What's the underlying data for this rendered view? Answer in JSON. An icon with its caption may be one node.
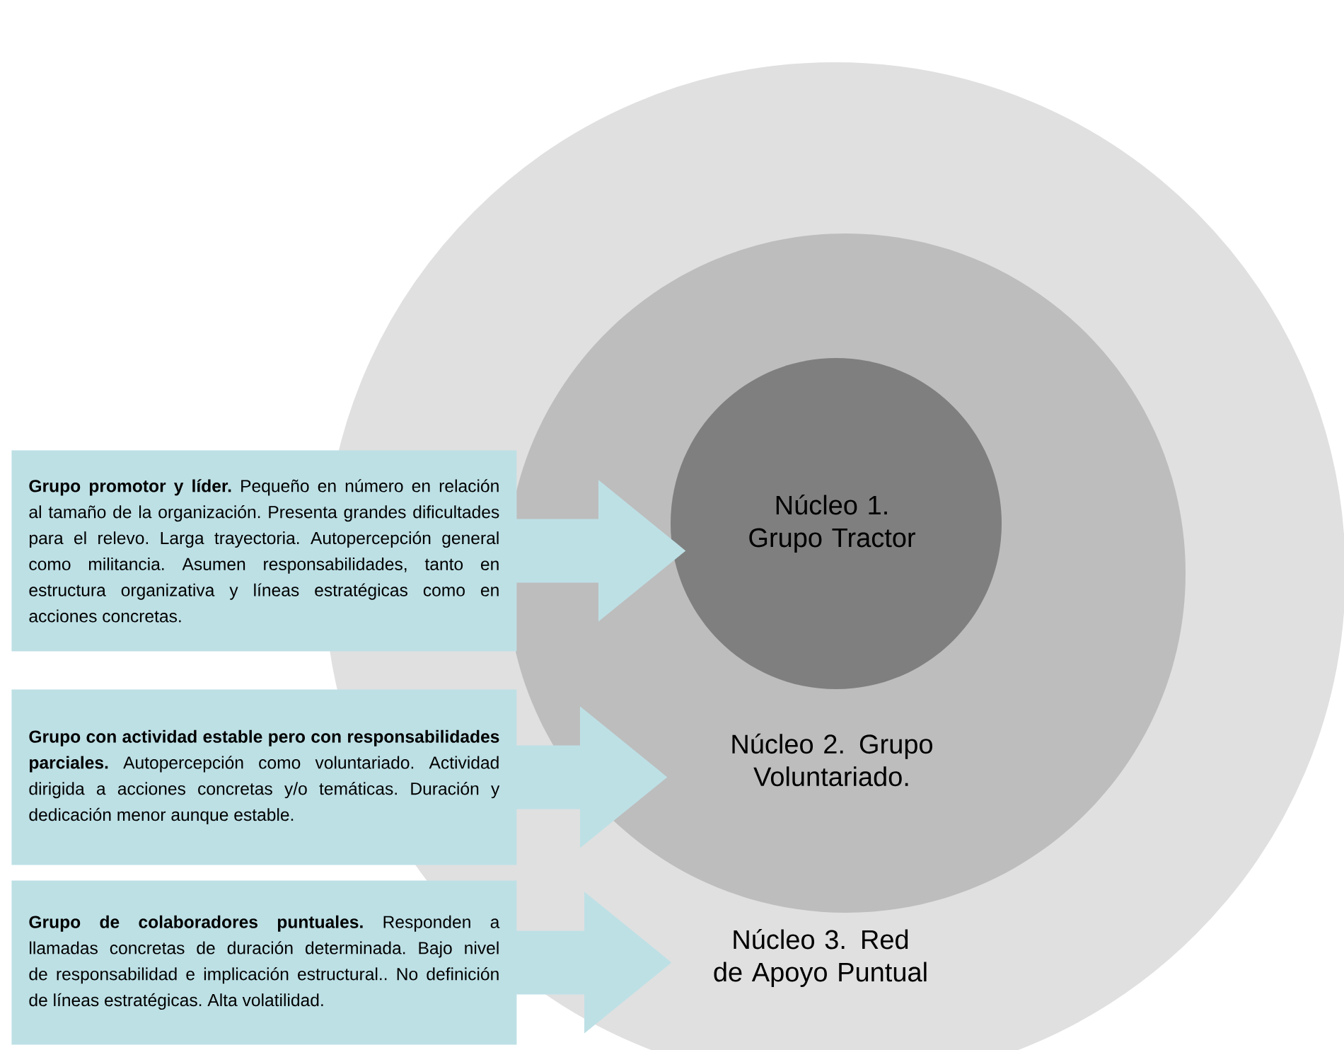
{
  "diagram": {
    "nodes": [
      {
        "text": [
          "Núcleo 3. Red de Apoyo Puntual"
        ]
      },
      {
        "text": [
          "Núcleo 2. Grupo Voluntariado."
        ],
        "in": 0
      },
      {
        "text": [
          "Núcleo 1. Grupo Tractor"
        ],
        "in": 1
      },
      {
        "text": [
          "**Grupo promotor y líder.** Pequeño en número en relación al tamaño de la organización. Presenta grandes dificultades para el relevo. Larga trayectoria. Autopercepción general como militancia. Asumen responsabilidades, tanto en estructura organizativa y líneas estratégicas como en acciones concretas."
        ]
      },
      {
        "text": [
          "**Grupo con actividad estable pero con responsabilidades parciales.** Autopercepción como voluntariado. Actividad dirigida a acciones concretas y/o temáticas. Duración y dedicación menor aunque estable."
        ]
      },
      {
        "text": [
          "**Grupo de colaboradores puntuales.** Responden a llamadas concretas de duración determinada. Bajo nivel de responsabilidad e implicación estructural.. No definición de líneas estratégicas. Alta volatilidad."
        ]
      }
    ],
    "edges": [
      {
        "from": 3,
        "to": 2,
        "arrow": "to"
      },
      {
        "from": 4,
        "to": 1,
        "arrow": "to"
      },
      {
        "from": 5,
        "to": 0,
        "arrow": "to"
      }
    ]
  }
}
